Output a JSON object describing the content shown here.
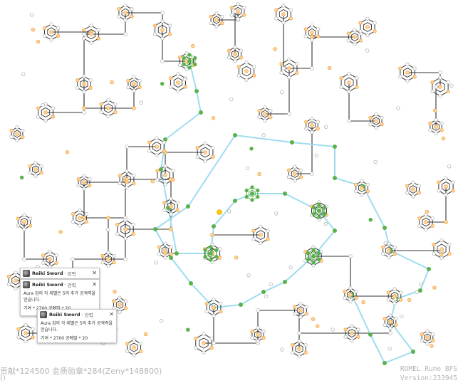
{
  "colors": {
    "edge": "#333333",
    "path_edge": "#9fdcf0",
    "node_empty_fill": "#ffffff",
    "node_empty_stroke": "#b5b5b5",
    "node_socket": "#ffd59a",
    "node_socket_stroke": "#f0a040",
    "node_selected": "#57b248",
    "node_start": "#ffcc00"
  },
  "tooltips": [
    {
      "icon": "rune-icon",
      "name": "Reiki Sword",
      "separator": "-",
      "kind": "강력",
      "close": "✕",
      "description": "",
      "cost": ""
    },
    {
      "icon": "rune-icon",
      "name": "Reiki Sword",
      "separator": "-",
      "kind": "강력",
      "close": "✕",
      "description": "Aura 검의 각 레벨은 5의 추가 공격력을 얻습니다.",
      "cost": "기여 * 2700 공예말 * 20"
    },
    {
      "icon": "rune-icon",
      "name": "Reiki Sword",
      "separator": "-",
      "kind": "강력",
      "close": "✕",
      "description": "Aura 검의 각 레벨은 5의 추가 공격력을 얻습니다.",
      "cost": "기여 * 2700 공예말 * 20"
    }
  ],
  "footer": {
    "cost_summary": "贡献*124500 金质勋章*284(Zeny*148800)",
    "paren": "()",
    "app_title": "ROMEL Rune BFS",
    "version": "Version:233945"
  }
}
